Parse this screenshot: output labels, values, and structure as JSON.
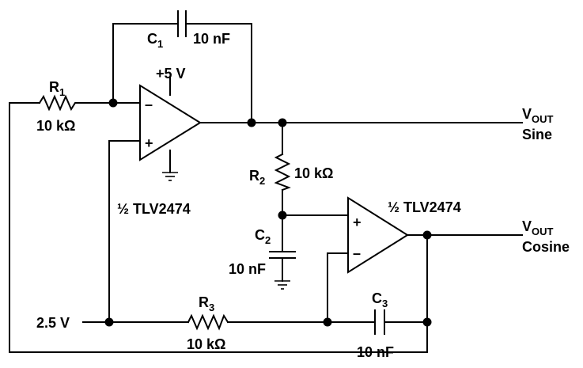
{
  "components": {
    "c1": {
      "name": "C",
      "sub": "1",
      "value": "10 nF"
    },
    "r1": {
      "name": "R",
      "sub": "1",
      "value": "10 kΩ"
    },
    "r2": {
      "name": "R",
      "sub": "2",
      "value": "10 kΩ"
    },
    "c2": {
      "name": "C",
      "sub": "2",
      "value": "10 nF"
    },
    "r3": {
      "name": "R",
      "sub": "3",
      "value": "10 kΩ"
    },
    "c3": {
      "name": "C",
      "sub": "3",
      "value": "10 nF"
    }
  },
  "supply": "+5 V",
  "reference": "2.5 V",
  "opamp1": {
    "label": "½ TLV2474",
    "inv": "–",
    "noninv": "+"
  },
  "opamp2": {
    "label": "½ TLV2474",
    "inv": "–",
    "noninv": "+"
  },
  "outputs": {
    "sine": {
      "name": "V",
      "sub": "OUT",
      "desc": "Sine"
    },
    "cosine": {
      "name": "V",
      "sub": "OUT",
      "desc": "Cosine"
    }
  }
}
